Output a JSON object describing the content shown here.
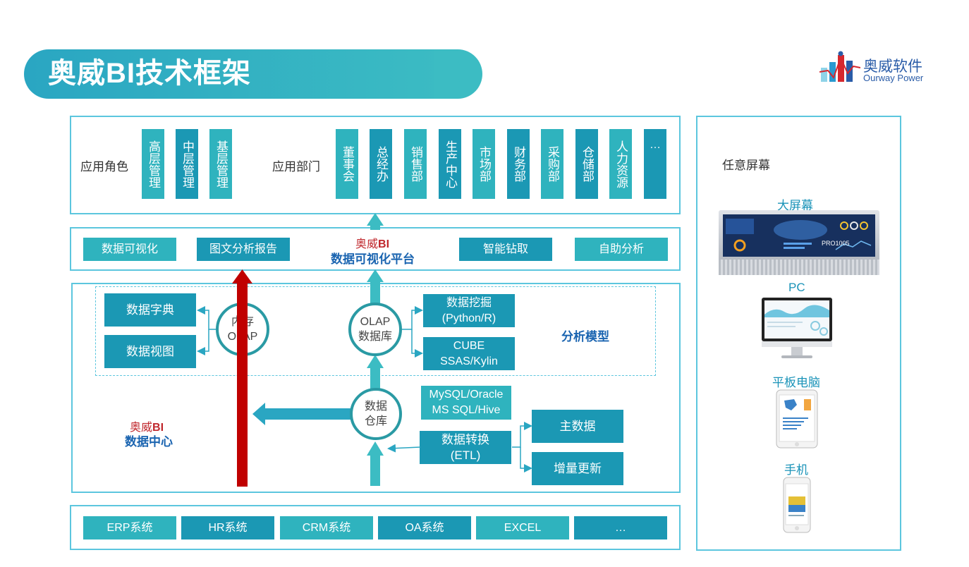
{
  "header": {
    "title": "奥威BI技术框架",
    "logo_cn": "奥威软件",
    "logo_en": "Ourway Power"
  },
  "app_layer": {
    "roles_label": "应用角色",
    "roles": [
      "高层管理",
      "中层管理",
      "基层管理"
    ],
    "depts_label": "应用部门",
    "depts": [
      "董事会",
      "总经办",
      "销售部",
      "生产中心",
      "市场部",
      "财务部",
      "采购部",
      "仓储部",
      "人力资源",
      "…"
    ]
  },
  "viz_layer": {
    "items": [
      "数据可视化",
      "图文分析报告",
      "智能钻取",
      "自助分析"
    ],
    "brand_prefix": "奥威",
    "brand_bi": "BI",
    "platform": "数据可视化平台"
  },
  "data_center": {
    "left_boxes": [
      "数据字典",
      "数据视图"
    ],
    "memory_olap_line1": "内存",
    "memory_olap_line2": "OLAP",
    "olap_line1": "OLAP",
    "olap_line2": "数据库",
    "mining_line1": "数据挖掘",
    "mining_line2": "(Python/R)",
    "cube_line1": "CUBE",
    "cube_line2": "SSAS/Kylin",
    "analysis_model": "分析模型",
    "warehouse_line1": "数据",
    "warehouse_line2": "仓库",
    "db_line1": "MySQL/Oracle",
    "db_line2": "MS SQL/Hive",
    "etl_line1": "数据转换",
    "etl_line2": "(ETL)",
    "master_data": "主数据",
    "incremental": "增量更新",
    "brand_prefix": "奥威",
    "brand_bi": "BI",
    "center_name": "数据中心"
  },
  "sources": [
    "ERP系统",
    "HR系统",
    "CRM系统",
    "OA系统",
    "EXCEL",
    "…"
  ],
  "screens": {
    "title": "任意屏幕",
    "big_screen": "大屏幕",
    "pc": "PC",
    "tablet": "平板电脑",
    "phone": "手机",
    "big_screen_caption": "PRO1005"
  },
  "colors": {
    "teal": "#2fb3be",
    "blue_teal": "#1b98b4",
    "frame": "#5cc6de",
    "red_arrow": "#c00000",
    "brand_blue": "#1a64b0"
  }
}
